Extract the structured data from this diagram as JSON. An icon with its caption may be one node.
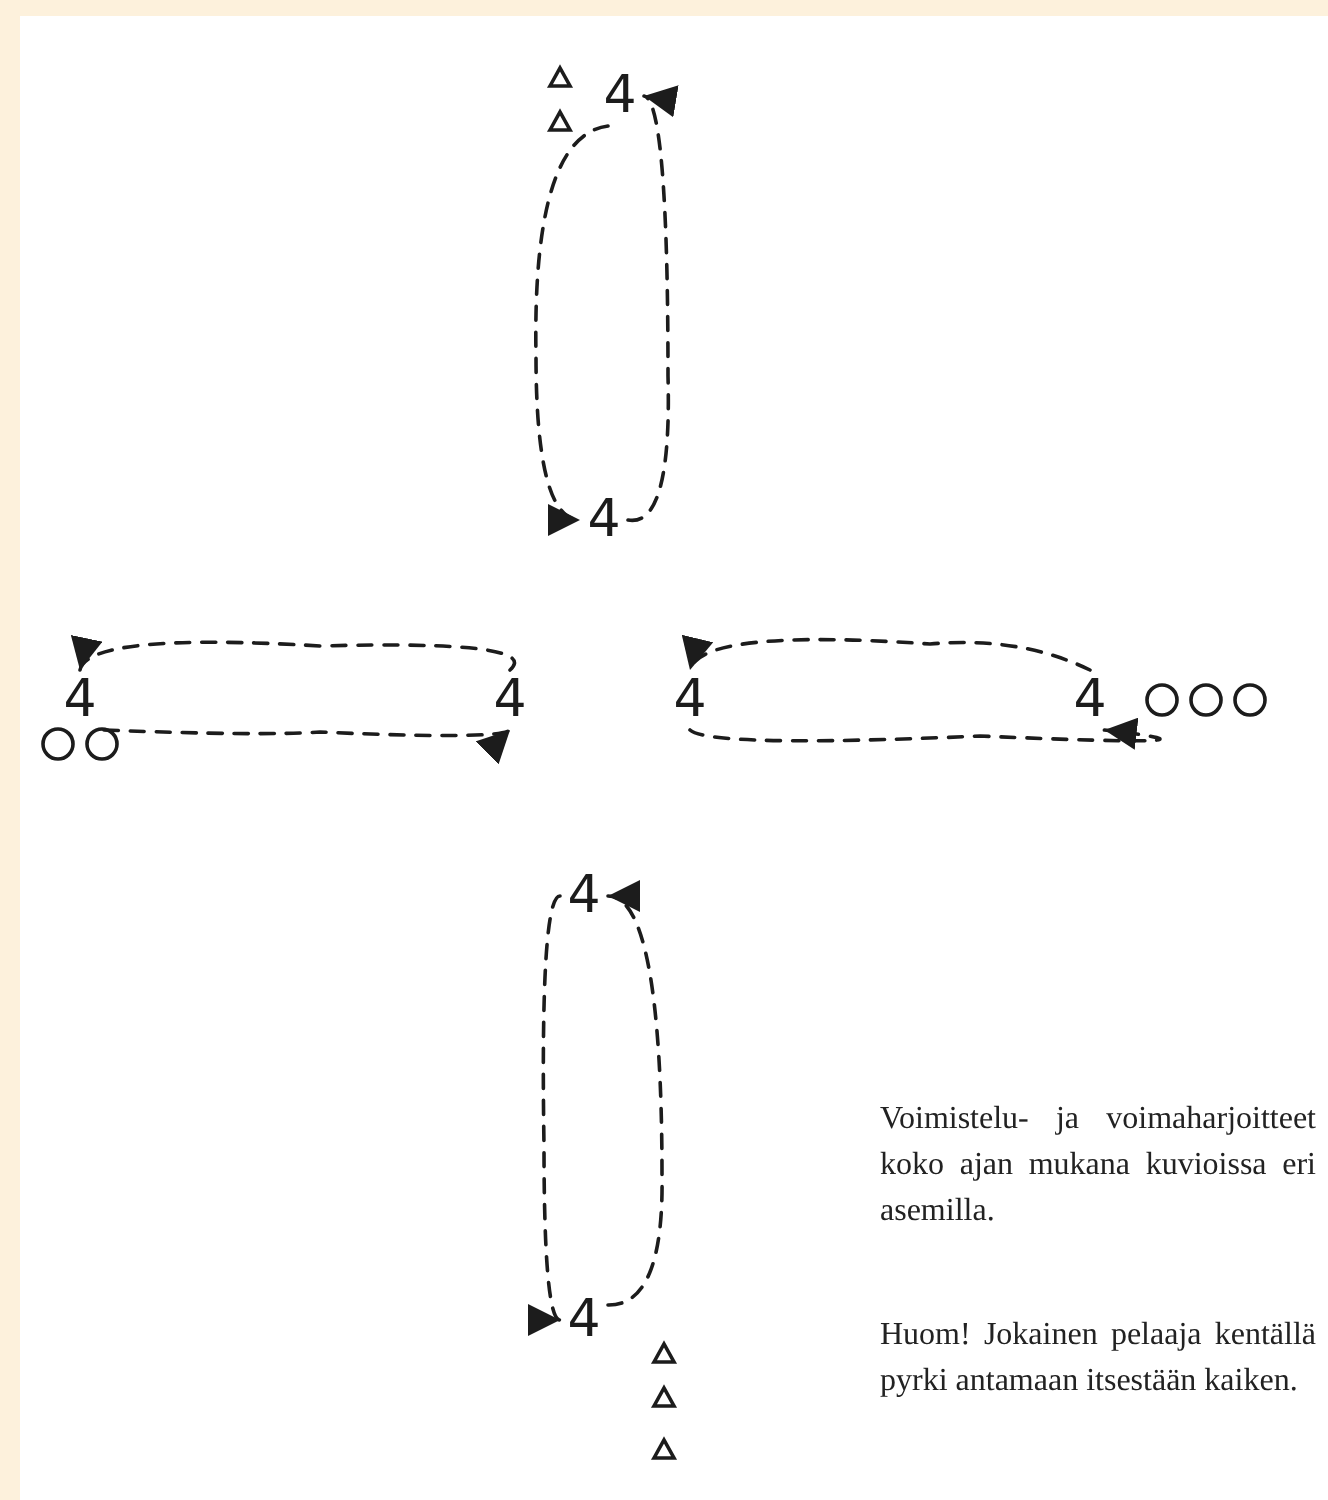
{
  "diagram": {
    "nodes": [
      {
        "text": [
          "4"
        ]
      },
      {
        "text": [
          "4"
        ]
      },
      {
        "text": [
          "4"
        ]
      },
      {
        "text": [
          "4"
        ]
      },
      {
        "text": [
          "4"
        ]
      },
      {
        "text": [
          "4"
        ]
      },
      {
        "text": [
          "4"
        ]
      },
      {
        "text": [
          "4"
        ]
      }
    ],
    "edges": [
      {
        "from": 0,
        "to": 1,
        "arrow": "to"
      },
      {
        "from": 1,
        "to": 0,
        "arrow": "to"
      },
      {
        "from": 3,
        "to": 2,
        "arrow": "to"
      },
      {
        "from": 2,
        "to": 3,
        "arrow": "to"
      },
      {
        "from": 5,
        "to": 4,
        "arrow": "to"
      },
      {
        "from": 4,
        "to": 5,
        "arrow": "to"
      },
      {
        "from": 6,
        "to": 7,
        "arrow": "to"
      },
      {
        "from": 7,
        "to": 6,
        "arrow": "to"
      }
    ],
    "labels": [
      "Voimistelu- ja voimaharjoitteet koko ajan mukana kuvioissa eri asemilla.",
      "Huom! Jokainen pelaaja kentällä pyrki antamaan itsestään kaiken."
    ]
  }
}
